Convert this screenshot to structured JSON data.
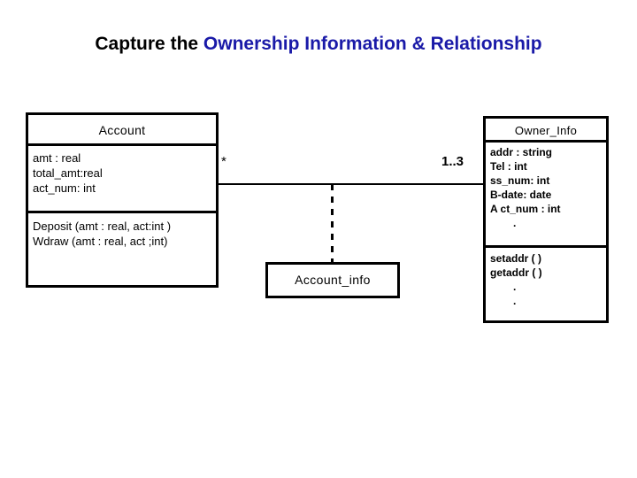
{
  "title": {
    "prefix": "Capture the ",
    "accent": "Ownership Information & Relationship",
    "accent_color": "#1A1AA8",
    "text_color": "#000000"
  },
  "classes": {
    "account": {
      "name": "Account",
      "attributes": [
        "amt : real",
        "total_amt:real",
        "act_num: int"
      ],
      "methods": [
        "Deposit (amt : real, act:int )",
        "Wdraw (amt : real, act ;int)"
      ]
    },
    "owner_info": {
      "name": "Owner_Info",
      "attributes": [
        "addr : string",
        "Tel : int",
        "ss_num: int",
        "B-date: date",
        "A ct_num : int",
        "."
      ],
      "methods": [
        "setaddr ( )",
        "getaddr ( )",
        ".",
        "."
      ]
    },
    "association_class": {
      "name": "Account_info"
    }
  },
  "relationship": {
    "multiplicity_left": "*",
    "multiplicity_right": "1..3",
    "line_style": "solid",
    "association_link_style": "dashed",
    "line_color": "#000000"
  }
}
